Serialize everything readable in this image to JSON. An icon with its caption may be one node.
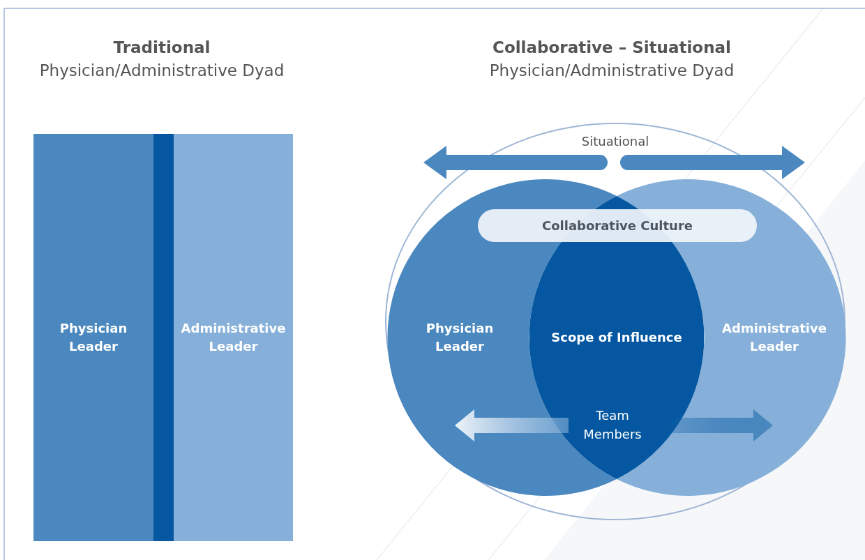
{
  "diagram": {
    "nodes": [
      {
        "text": [
          "Physician Leader"
        ]
      },
      {
        "text": [],
        "shape": "bar"
      },
      {
        "text": [
          "Administrative Leader"
        ]
      },
      {
        "text": [
          "Situational"
        ]
      },
      {
        "text": [
          "Physician Leader"
        ],
        "in": 3
      },
      {
        "text": [
          "Administrative Leader"
        ],
        "in": 3
      },
      {
        "text": [
          "Scope of Influence"
        ],
        "in": 3
      },
      {
        "text": [
          "Collaborative Culture"
        ],
        "in": 3
      }
    ],
    "labels": [
      "Traditional",
      "Physician/Administrative Dyad",
      "Collaborative – Situational",
      "Physician/Administrative Dyad",
      "Team Members"
    ]
  }
}
